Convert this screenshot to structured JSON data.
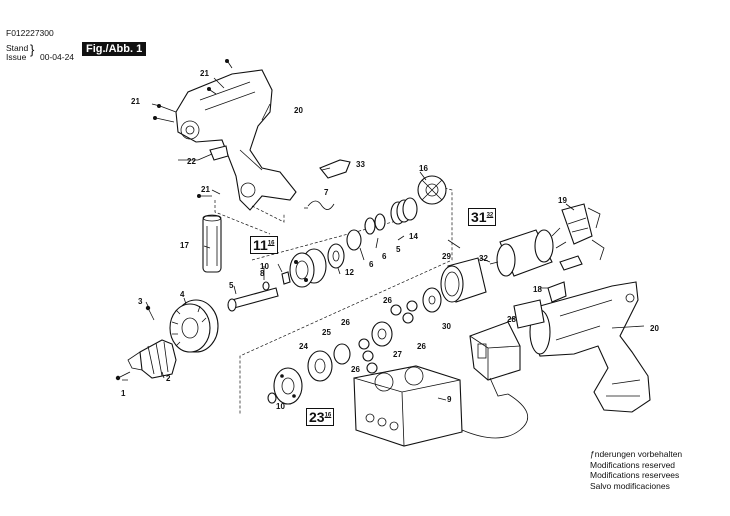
{
  "header": {
    "doc_number": "F012227300",
    "stand": "Stand",
    "issue": "Issue",
    "brace": "}",
    "date": "00-04-24",
    "figure": "Fig./Abb. 1"
  },
  "callouts": {
    "group_11": "11",
    "group_11_sup": "16",
    "group_23": "23",
    "group_23_sup": "16",
    "group_31": "31",
    "group_31_sup": "32"
  },
  "part_labels": {
    "p1": "1",
    "p2": "2",
    "p3": "3",
    "p4": "4",
    "p5": "5",
    "p5b": "5",
    "p6": "6",
    "p6b": "6",
    "p7": "7",
    "p8": "8",
    "p9": "9",
    "p10": "10",
    "p10b": "10",
    "p12": "12",
    "p14": "14",
    "p16": "16",
    "p17": "17",
    "p18": "18",
    "p19": "19",
    "p20": "20",
    "p20b": "20",
    "p21a": "21",
    "p21b": "21",
    "p21c": "21",
    "p22": "22",
    "p24": "24",
    "p25": "25",
    "p26a": "26",
    "p26b": "26",
    "p26c": "26",
    "p26d": "26",
    "p27": "27",
    "p28": "28",
    "p29": "29",
    "p30": "30",
    "p32": "32",
    "p33": "33"
  },
  "notes": {
    "de": "ƒnderungen vorbehalten",
    "en": "Modifications reserved",
    "fr": "Modifications reservees",
    "es": "Salvo modificaciones"
  }
}
